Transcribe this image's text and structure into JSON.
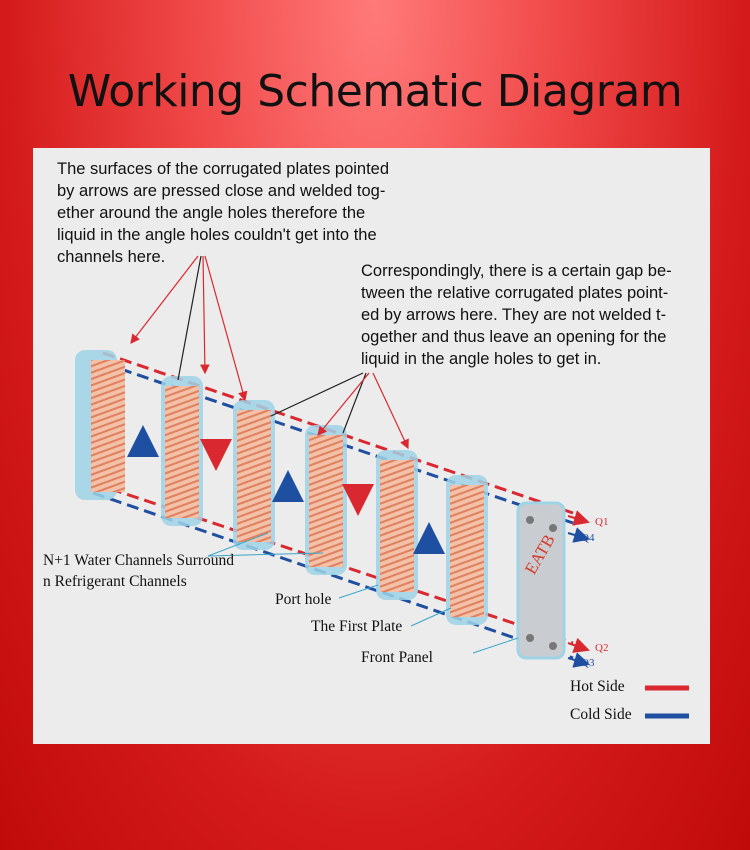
{
  "title": "Working Schematic Diagram",
  "notes": {
    "welded": [
      "The surfaces of the corrugated plates pointed",
      "by arrows are pressed close and welded tog-",
      "ether  around  the  angle  holes therefore the",
      "liquid in the angle  holes  couldn't get into the",
      "channels here."
    ],
    "gap": [
      "Correspondingly, there is a certain gap be-",
      "tween the relative corrugated  plates point-",
      "ed by arrows here. They  are not welded t-",
      "ogether and thus leave an  opening for the",
      "liquid in the angle holes to get in."
    ]
  },
  "labels": {
    "channels_line1": "N+1 Water Channels Surround",
    "channels_line2": "n  Refrigerant Channels",
    "port_hole": "Port hole",
    "first_plate": "The First Plate",
    "front_panel": "Front  Panel",
    "brand": "EATB"
  },
  "ports": {
    "q1": "Q1",
    "q4": "Q4",
    "q2": "Q2",
    "q3": "Q3"
  },
  "legend": {
    "hot": "Hot Side",
    "cold": "Cold Side"
  },
  "colors": {
    "hot": "#d9282f",
    "cold": "#1f4fa0",
    "plate": "#e88a6a",
    "frame": "#9fd3e6"
  }
}
